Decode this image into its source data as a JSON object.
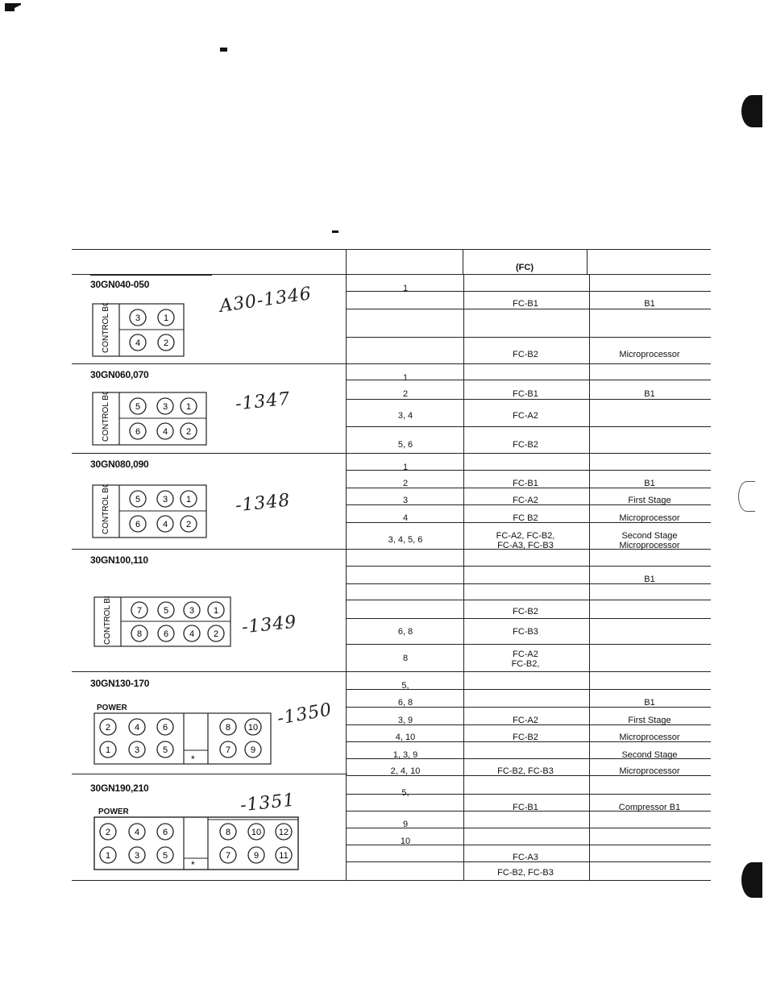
{
  "table": {
    "header": {
      "fc_col": "(FC)"
    },
    "sections": [
      {
        "model": "30GN040-050",
        "handwritten": "A30-1346",
        "diagram": {
          "type": "control",
          "label": "CONTROL BOX",
          "top": [
            "3",
            "1"
          ],
          "bottom": [
            "4",
            "2"
          ]
        },
        "rows": [
          {
            "c1": "1",
            "c2": "",
            "c3": ""
          },
          {
            "c1": "",
            "c2": "FC-B1",
            "c3": "B1"
          },
          {
            "c1": "",
            "c2": "",
            "c3": ""
          },
          {
            "c1": "",
            "c2": "FC-B2",
            "c3": "Microprocessor"
          }
        ]
      },
      {
        "model": "30GN060,070",
        "handwritten": "-1347",
        "diagram": {
          "type": "control",
          "label": "CONTROL BOX",
          "top": [
            "5",
            "3",
            "1"
          ],
          "bottom": [
            "6",
            "4",
            "2"
          ]
        },
        "rows": [
          {
            "c1": "1",
            "c2": "",
            "c3": ""
          },
          {
            "c1": "2",
            "c2": "FC-B1",
            "c3": "B1"
          },
          {
            "c1": "3, 4",
            "c2": "FC-A2",
            "c3": ""
          },
          {
            "c1": "5, 6",
            "c2": "FC-B2",
            "c3": ""
          }
        ]
      },
      {
        "model": "30GN080,090",
        "handwritten": "-1348",
        "diagram": {
          "type": "control",
          "label": "CONTROL BOX",
          "top": [
            "5",
            "3",
            "1"
          ],
          "bottom": [
            "6",
            "4",
            "2"
          ]
        },
        "rows": [
          {
            "c1": "1",
            "c2": "",
            "c3": ""
          },
          {
            "c1": "2",
            "c2": "FC-B1",
            "c3": "B1"
          },
          {
            "c1": "3",
            "c2": "FC-A2",
            "c3": "First Stage"
          },
          {
            "c1": "4",
            "c2": "FC B2",
            "c3": "Microprocessor"
          },
          {
            "c1": "3, 4, 5, 6",
            "c2": "FC-A2, FC-B2,",
            "c2b": "FC-A3, FC-B3",
            "c3": "Second Stage",
            "c3b": "Microprocessor"
          }
        ]
      },
      {
        "model": "30GN100,110",
        "handwritten": "-1349",
        "diagram": {
          "type": "control",
          "label": "CONTROL BOX",
          "top": [
            "7",
            "5",
            "3",
            "1"
          ],
          "bottom": [
            "8",
            "6",
            "4",
            "2"
          ]
        },
        "rows": [
          {
            "c1": "",
            "c2": "",
            "c3": ""
          },
          {
            "c1": "",
            "c2": "",
            "c3": "B1"
          },
          {
            "c1": "",
            "c2": "",
            "c3": ""
          },
          {
            "c1": "",
            "c2": "FC-B2",
            "c3": ""
          },
          {
            "c1": "6, 8",
            "c2": "FC-B3",
            "c3": ""
          },
          {
            "c1": "8",
            "c2": "FC-A2",
            "c2b": "FC-B2,",
            "c3": ""
          }
        ]
      },
      {
        "model": "30GN130-170",
        "handwritten": "-1350",
        "diagram": {
          "type": "power",
          "label": "POWER",
          "star": "*",
          "left_top": [
            "2",
            "4",
            "6"
          ],
          "left_bottom": [
            "1",
            "3",
            "5"
          ],
          "right_top": [
            "8",
            "10"
          ],
          "right_bottom": [
            "7",
            "9"
          ]
        },
        "rows": [
          {
            "c1": "5,",
            "c2": "",
            "c3": ""
          },
          {
            "c1": "6, 8",
            "c2": "",
            "c3": "B1"
          },
          {
            "c1": "3, 9",
            "c2": "FC-A2",
            "c3": "First Stage"
          },
          {
            "c1": "4, 10",
            "c2": "FC-B2",
            "c3": "Microprocessor"
          },
          {
            "c1": "1, 3, 9",
            "c2": "",
            "c3": "Second Stage"
          },
          {
            "c1": "2, 4, 10",
            "c2": "FC-B2, FC-B3",
            "c3": "Microprocessor"
          }
        ]
      },
      {
        "model": "30GN190,210",
        "handwritten": "-1351",
        "diagram": {
          "type": "power",
          "label": "POWER",
          "star": "*",
          "left_top": [
            "2",
            "4",
            "6"
          ],
          "left_bottom": [
            "1",
            "3",
            "5"
          ],
          "right_top": [
            "8",
            "10",
            "12"
          ],
          "right_bottom": [
            "7",
            "9",
            "11"
          ]
        },
        "rows": [
          {
            "c1": "5,",
            "c2": "",
            "c3": ""
          },
          {
            "c1": "",
            "c2": "FC-B1",
            "c3": "Compressor B1"
          },
          {
            "c1": "9",
            "c2": "",
            "c3": ""
          },
          {
            "c1": "10",
            "c2": "",
            "c3": ""
          },
          {
            "c1": "",
            "c2": "FC-A3",
            "c3": ""
          },
          {
            "c1": "",
            "c2": "FC-B2, FC-B3",
            "c3": ""
          }
        ]
      }
    ]
  }
}
